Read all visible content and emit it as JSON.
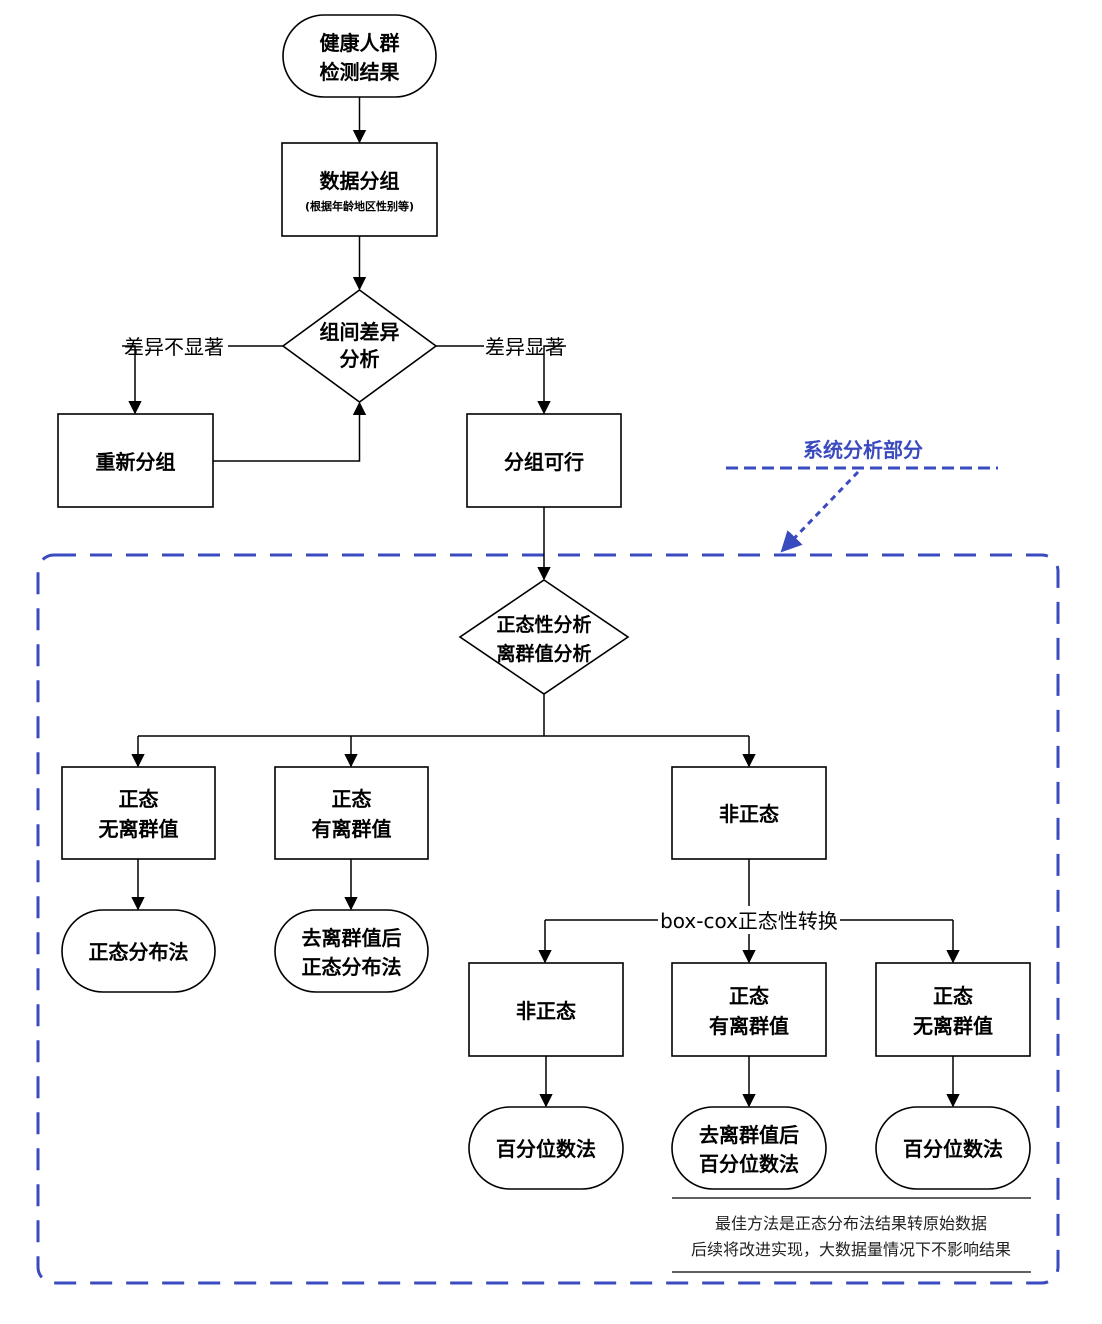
{
  "nodes": {
    "start": [
      "健康人群",
      "检测结果"
    ],
    "group": [
      "数据分组"
    ],
    "group_sub": "(根据年龄地区性别等)",
    "diff": [
      "组间差异",
      "分析"
    ],
    "regroup": [
      "重新分组"
    ],
    "feasible": [
      "分组可行"
    ],
    "normality": [
      "正态性分析",
      "离群值分析"
    ],
    "normal_no_outlier": [
      "正态",
      "无离群值"
    ],
    "normal_outlier": [
      "正态",
      "有离群值"
    ],
    "non_normal": [
      "非正态"
    ],
    "method_normal": [
      "正态分布法"
    ],
    "method_remove_normal": [
      "去离群值后",
      "正态分布法"
    ],
    "t_non_normal": [
      "非正态"
    ],
    "t_normal_outlier": [
      "正态",
      "有离群值"
    ],
    "t_normal_no_outlier": [
      "正态",
      "无离群值"
    ],
    "method_percentile_1": [
      "百分位数法"
    ],
    "method_remove_percentile": [
      "去离群值后",
      "百分位数法"
    ],
    "method_percentile_2": [
      "百分位数法"
    ]
  },
  "edge_labels": {
    "not_significant": "差异不显著",
    "significant": "差异显著",
    "boxcox": "box-cox正态性转换"
  },
  "system_label": "系统分析部分",
  "note": {
    "line1": "最佳方法是正态分布法结果转原始数据",
    "line2": "后续将改进实现，大数据量情况下不影响结果"
  },
  "colors": {
    "accent": "#3a4bbf",
    "stroke": "#000000"
  }
}
